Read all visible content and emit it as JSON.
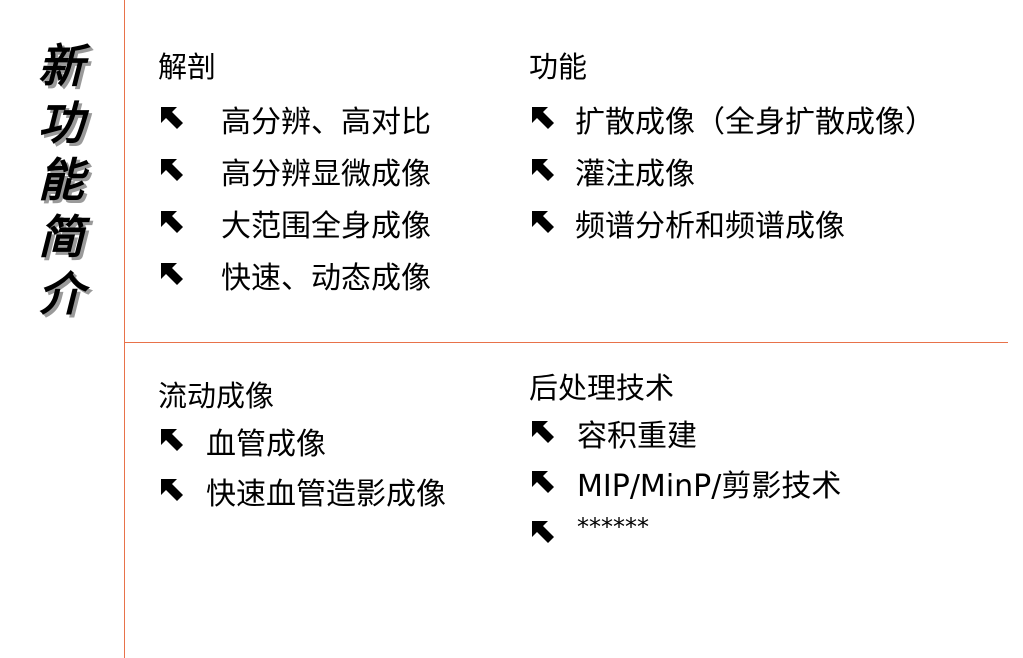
{
  "title_chars": [
    "新",
    "功",
    "能",
    "简",
    "介"
  ],
  "sections": {
    "anatomy": {
      "title": "解剖",
      "items": [
        "高分辨、高对比",
        "高分辨显微成像",
        "大范围全身成像",
        "快速、动态成像"
      ]
    },
    "function": {
      "title": "功能",
      "items": [
        "扩散成像（全身扩散成像）",
        "灌注成像",
        "频谱分析和频谱成像"
      ]
    },
    "flow": {
      "title": "流动成像",
      "items": [
        "血管成像",
        "快速血管造影成像"
      ]
    },
    "postprocess": {
      "title": "后处理技术",
      "items": [
        "容积重建",
        "MIP/MinP/剪影技术",
        "******"
      ]
    }
  },
  "colors": {
    "divider": "#e8724a",
    "text": "#000000",
    "title_shadow": "#9a9a9a"
  },
  "icons": {
    "bullet": "arrow-up-left-icon"
  }
}
